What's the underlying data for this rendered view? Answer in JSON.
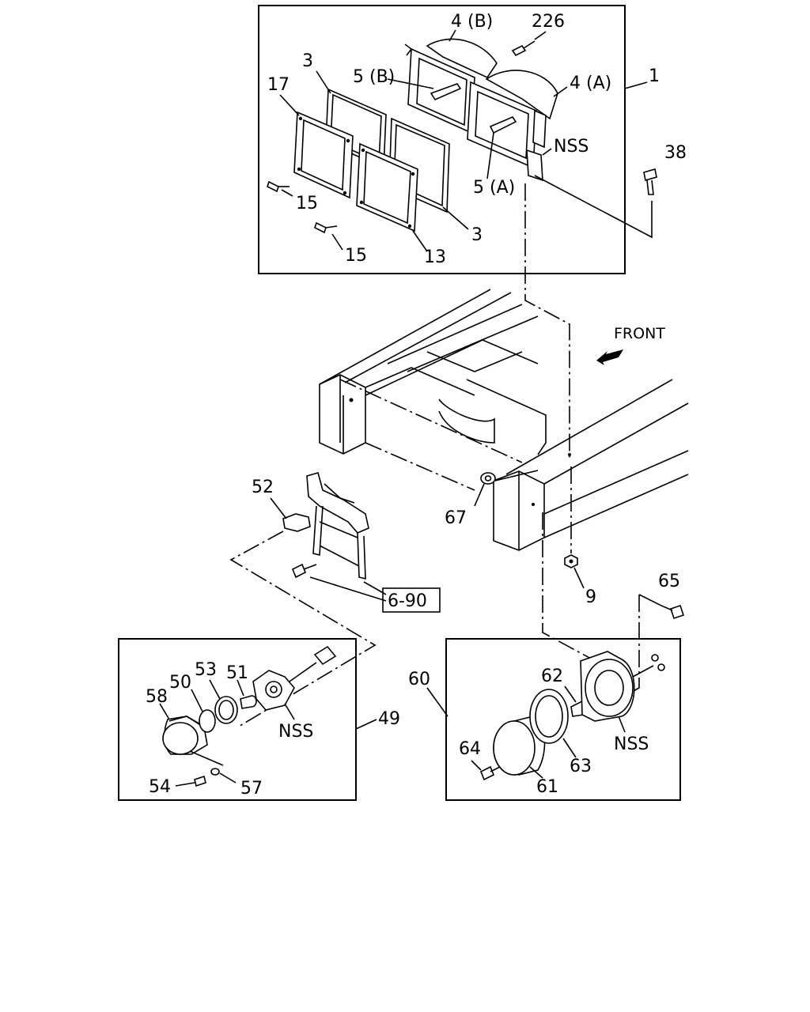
{
  "labels": {
    "p1": "1",
    "p3a": "3",
    "p3b": "3",
    "p4a": "4 (A)",
    "p4b": "4 (B)",
    "p5a": "5 (A)",
    "p5b": "5 (B)",
    "p9": "9",
    "p13": "13",
    "p15a": "15",
    "p15b": "15",
    "p17": "17",
    "p38": "38",
    "p49": "49",
    "p50": "50",
    "p51": "51",
    "p52": "52",
    "p53": "53",
    "p54": "54",
    "p57": "57",
    "p58": "58",
    "p60": "60",
    "p61": "61",
    "p62": "62",
    "p63": "63",
    "p64": "64",
    "p65": "65",
    "p67": "67",
    "p226": "226",
    "ref690": "6-90",
    "nss1": "NSS",
    "nss2": "NSS",
    "nss3": "NSS",
    "front": "FRONT"
  }
}
